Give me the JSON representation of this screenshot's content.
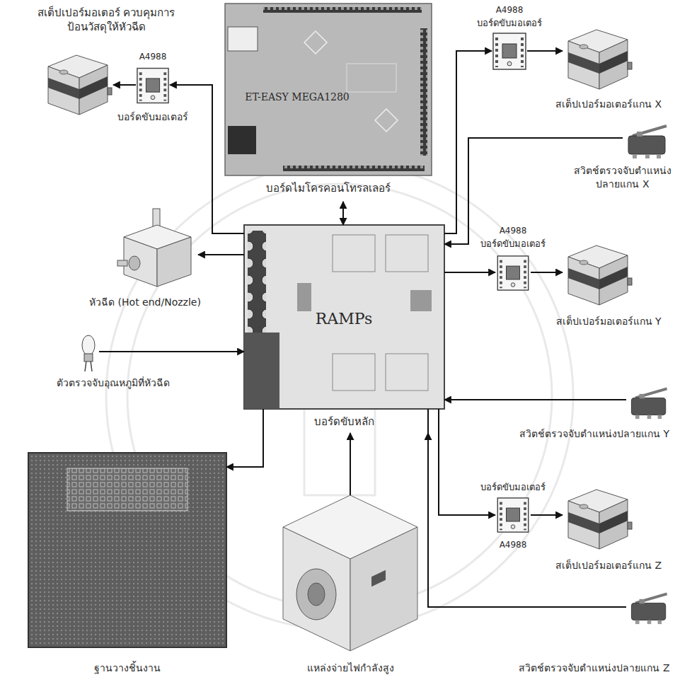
{
  "diagram": {
    "nodes": [
      {
        "text": [
          "สเต็ปเปอร์มอเตอร์ ควบคุมการป้อนวัสดุให้หัวฉีด"
        ]
      },
      {
        "text": [
          "A4988",
          "บอร์ดขับมอเตอร์"
        ]
      },
      {
        "text": [
          "ET-EASY MEGA1280",
          "บอร์ดไมโครคอนโทรลเลอร์"
        ]
      },
      {
        "text": [
          "A4988",
          "บอร์ดขับมอเตอร์"
        ]
      },
      {
        "text": [
          "สเต็ปเปอร์มอเตอร์แกน X"
        ]
      },
      {
        "text": [
          "สวิตช์ตรวจจับตำแหน่ง ปลายแกน X"
        ]
      },
      {
        "text": [
          "หัวฉีด (Hot end/Nozzle)"
        ]
      },
      {
        "text": [
          "RAMPs",
          "บอร์ดขับหลัก"
        ]
      },
      {
        "text": [
          "A4988",
          "บอร์ดขับมอเตอร์"
        ]
      },
      {
        "text": [
          "สเต็ปเปอร์มอเตอร์แกน Y"
        ]
      },
      {
        "text": [
          "ตัวตรวจจับอุณหภูมิที่หัวฉีด"
        ]
      },
      {
        "text": [
          "สวิตช์ตรวจจับตำแหน่งปลายแกน Y"
        ]
      },
      {
        "text": [
          "บอร์ดขับมอเตอร์",
          "A4988"
        ]
      },
      {
        "text": [
          "สเต็ปเปอร์มอเตอร์แกน Z"
        ]
      },
      {
        "text": [
          "สวิตช์ตรวจจับตำแหน่งปลายแกน Z"
        ]
      },
      {
        "text": [
          "ฐานวางชิ้นงาน"
        ]
      },
      {
        "text": [
          "แหล่งจ่ายไฟกำลังสูง"
        ]
      }
    ],
    "edges": [
      {
        "from": 2,
        "to": 7,
        "arrow": "both"
      },
      {
        "from": 7,
        "to": 1,
        "arrow": "to"
      },
      {
        "from": 1,
        "to": 0,
        "arrow": "to"
      },
      {
        "from": 7,
        "to": 6,
        "arrow": "to"
      },
      {
        "from": 10,
        "to": 7,
        "arrow": "to"
      },
      {
        "from": 7,
        "to": 15,
        "arrow": "to"
      },
      {
        "from": 16,
        "to": 7,
        "arrow": "to"
      },
      {
        "from": 7,
        "to": 3,
        "arrow": "to"
      },
      {
        "from": 3,
        "to": 4,
        "arrow": "to"
      },
      {
        "from": 5,
        "to": 7,
        "arrow": "to"
      },
      {
        "from": 7,
        "to": 8,
        "arrow": "to"
      },
      {
        "from": 8,
        "to": 9,
        "arrow": "to"
      },
      {
        "from": 11,
        "to": 7,
        "arrow": "to"
      },
      {
        "from": 7,
        "to": 12,
        "arrow": "to"
      },
      {
        "from": 12,
        "to": 13,
        "arrow": "to"
      },
      {
        "from": 14,
        "to": 7,
        "arrow": "to"
      }
    ]
  }
}
